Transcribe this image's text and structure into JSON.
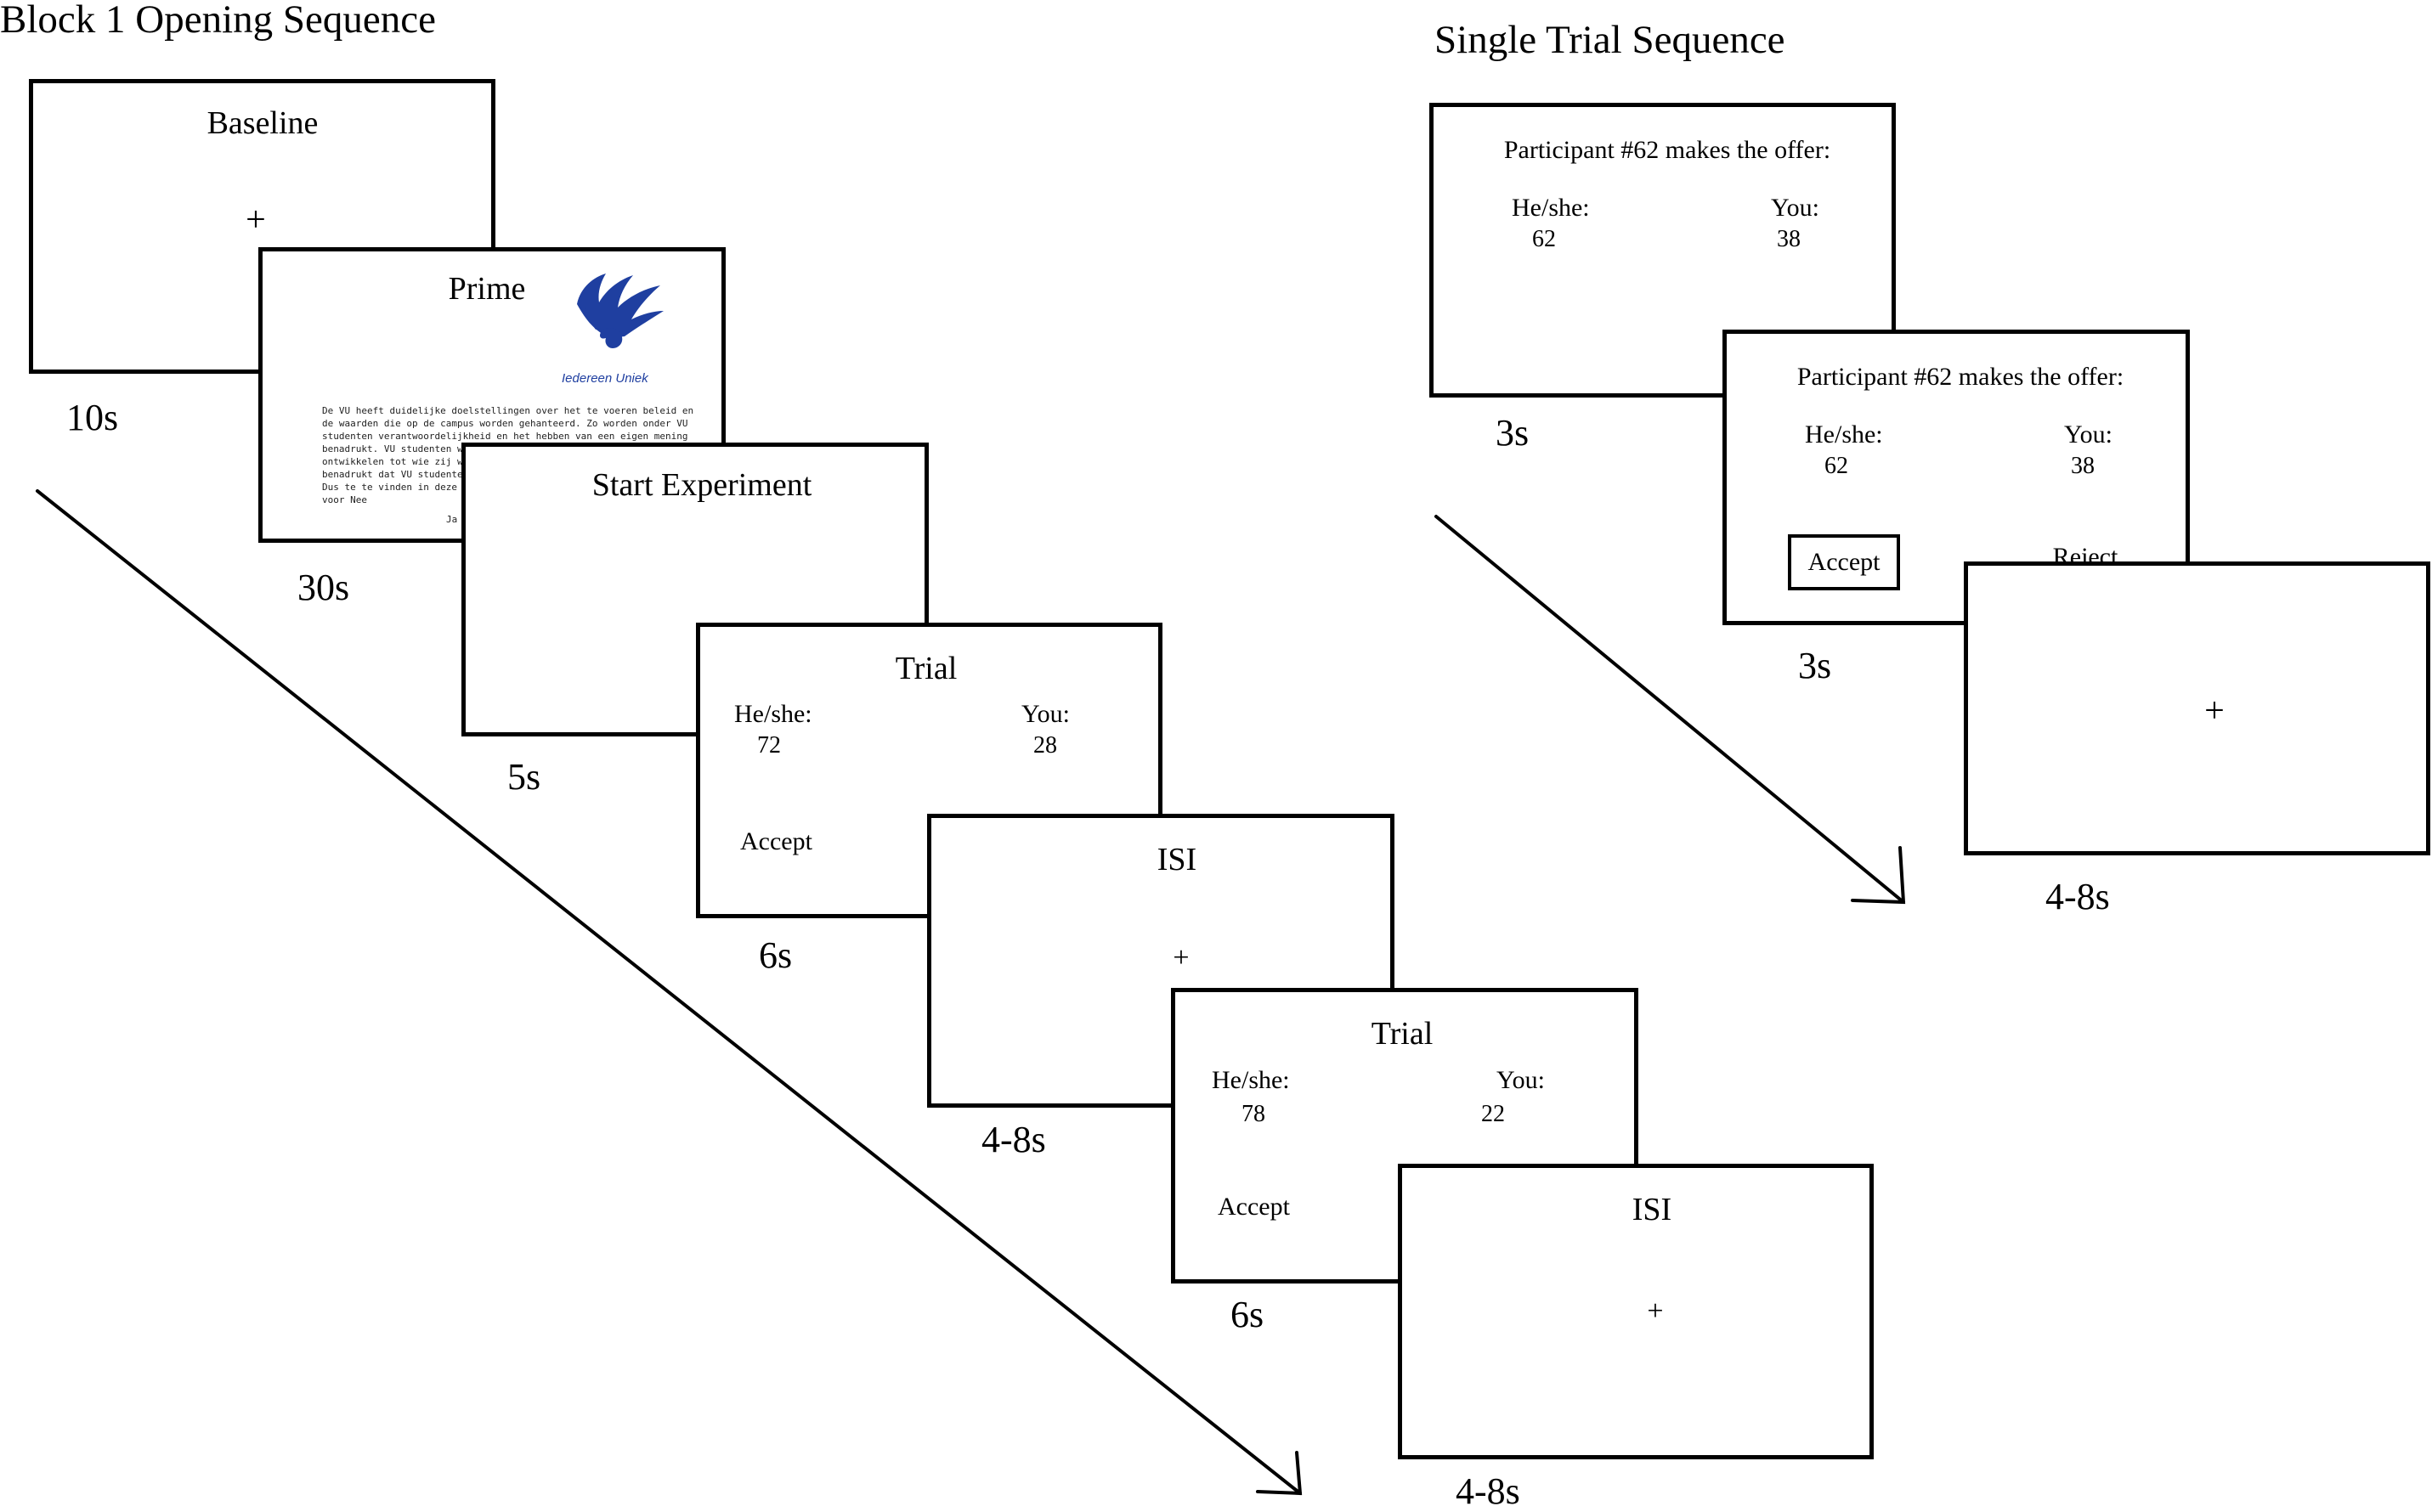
{
  "headings": {
    "left": "Block 1 Opening Sequence",
    "right": "Single Trial Sequence"
  },
  "block": {
    "baseline": {
      "title": "Baseline",
      "cross": "+",
      "duration": "10s"
    },
    "prime": {
      "title": "Prime",
      "logo_text": "Iedereen Uniek",
      "body_lines": [
        "De VU heeft duidelijke doelstellingen over het te voeren beleid en",
        "de waarden die op de campus worden gehanteerd. Zo worden onder VU",
        "studenten verantwoordelijkheid en het hebben van een eigen mening",
        "benadrukt. VU studenten worden gestimuleerd om zich te",
        "ontwikkelen tot wie zij willen zijn. Het is goed om te",
        "benadrukt dat VU studenten",
        "Dus te te vinden in deze s",
        "voor Nee"
      ],
      "signature": "Ja",
      "duration": "30s"
    },
    "start": {
      "title": "Start Experiment",
      "duration": "5s"
    },
    "trial1": {
      "title": "Trial",
      "he_label": "He/she:",
      "he_value": "72",
      "you_label": "You:",
      "you_value": "28",
      "accept": "Accept",
      "duration": "6s"
    },
    "isi1": {
      "title": "ISI",
      "cross": "+",
      "duration": "4-8s"
    },
    "trial2": {
      "title": "Trial",
      "he_label": "He/she:",
      "he_value": "78",
      "you_label": "You:",
      "you_value": "22",
      "accept": "Accept",
      "duration": "6s"
    },
    "isi2": {
      "title": "ISI",
      "cross": "+",
      "duration": "4-8s"
    }
  },
  "single": {
    "offer1": {
      "text": "Participant #62 makes the offer:",
      "he_label": "He/she:",
      "he_value": "62",
      "you_label": "You:",
      "you_value": "38",
      "duration": "3s"
    },
    "offer2": {
      "text": "Participant #62 makes the offer:",
      "he_label": "He/she:",
      "he_value": "62",
      "you_label": "You:",
      "you_value": "38",
      "accept": "Accept",
      "reject": "Reject",
      "duration": "3s"
    },
    "fixation": {
      "cross": "+",
      "duration": "4-8s"
    }
  },
  "colors": {
    "logo_blue": "#1f3fa0",
    "line": "#000000"
  },
  "icons": {
    "logo": "griffin-logo-icon",
    "time_arrow": "time-arrow-icon"
  }
}
